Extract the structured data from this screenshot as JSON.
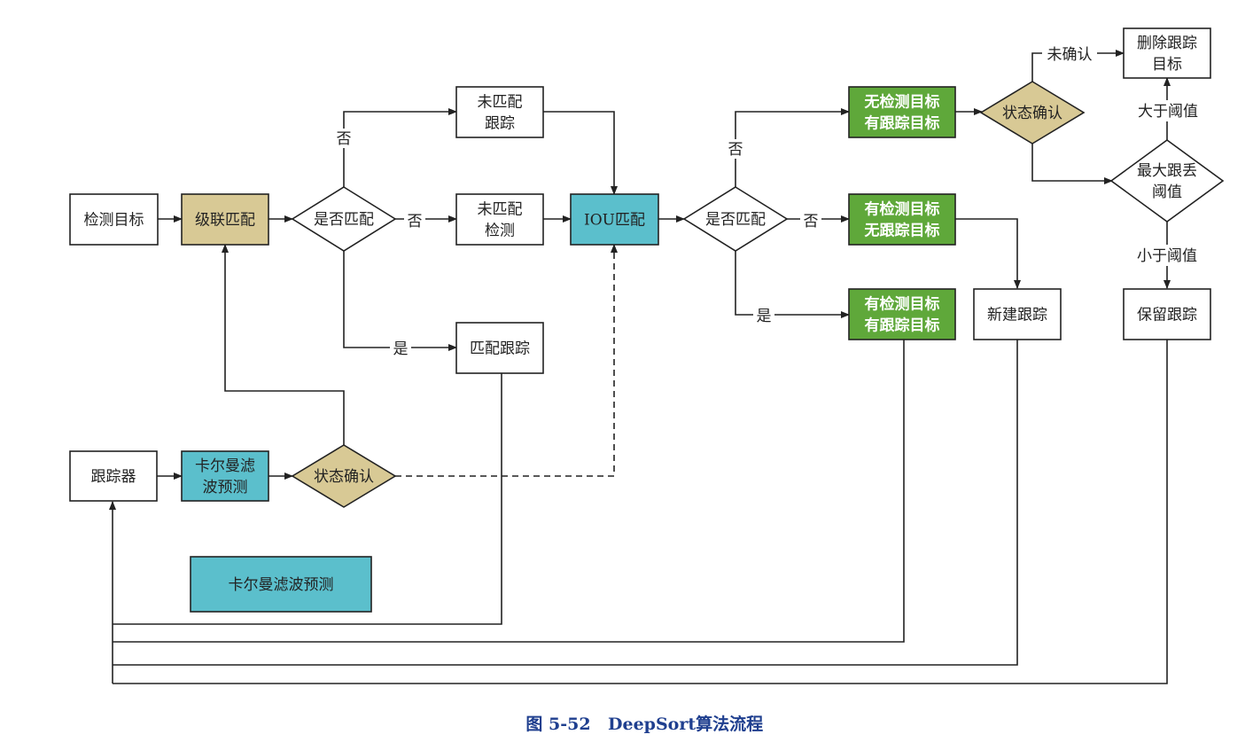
{
  "colors": {
    "tan": "#d8c995",
    "teal": "#5bbfcc",
    "green": "#5fa83a",
    "white": "#ffffff",
    "line": "#222222",
    "caption": "#1f3f8f"
  },
  "nodes": {
    "detect_target": "检测目标",
    "cascade_match": "级联匹配",
    "is_match_1": "是否匹配",
    "unmatched_track_1": "未匹配\n跟踪",
    "unmatched_detect": "未匹配\n检测",
    "matched_track": "匹配跟踪",
    "iou_match": "IOU匹配",
    "is_match_2": "是否匹配",
    "no_det_has_track": "无检测目标\n有跟踪目标",
    "has_det_no_track": "有检测目标\n无跟踪目标",
    "has_det_has_track": "有检测目标\n有跟踪目标",
    "state_confirm_2": "状态确认",
    "delete_track": "删除跟踪\n目标",
    "max_lost": "最大跟丢\n阈值",
    "new_track": "新建跟踪",
    "keep_track": "保留跟踪",
    "tracker": "跟踪器",
    "kalman_predict": "卡尔曼滤\n波预测",
    "state_confirm_1": "状态确认",
    "legend_kalman": "卡尔曼滤波预测"
  },
  "edge_labels": {
    "no_1a": "否",
    "no_1b": "否",
    "yes_1": "是",
    "no_2a": "否",
    "no_2b": "否",
    "yes_2": "是",
    "unconfirmed": "未确认",
    "above_threshold": "大于阈值",
    "below_threshold": "小于阈值"
  },
  "caption": {
    "figure_no": "图 5-52",
    "title": "DeepSort算法流程"
  }
}
